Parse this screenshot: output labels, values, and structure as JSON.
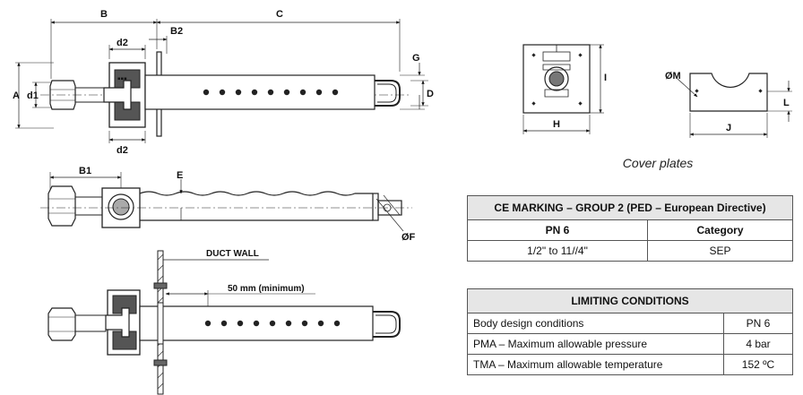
{
  "drawing": {
    "dims": {
      "B": "B",
      "C": "C",
      "B2": "B2",
      "d2_top": "d2",
      "d2_bottom": "d2",
      "A": "A",
      "d1": "d1",
      "G": "G",
      "D": "D",
      "B1": "B1",
      "E": "E",
      "F": "ØF"
    },
    "duct_wall": "DUCT WALL",
    "min_distance": "50 mm (minimum)"
  },
  "cover_plates": {
    "caption": "Cover plates",
    "dims": {
      "I": "I",
      "H": "H",
      "M": "ØM",
      "J": "J",
      "L": "L"
    }
  },
  "ce_table": {
    "title": "CE MARKING – GROUP 2 (PED – European Directive)",
    "headers": [
      "PN 6",
      "Category"
    ],
    "rows": [
      [
        "1/2\" to 11//4\"",
        "SEP"
      ]
    ]
  },
  "limits_table": {
    "title": "LIMITING CONDITIONS",
    "rows": [
      [
        "Body design conditions",
        "PN 6"
      ],
      [
        "PMA – Maximum allowable pressure",
        "4 bar"
      ],
      [
        "TMA – Maximum allowable temperature",
        "152 ºC"
      ]
    ]
  }
}
